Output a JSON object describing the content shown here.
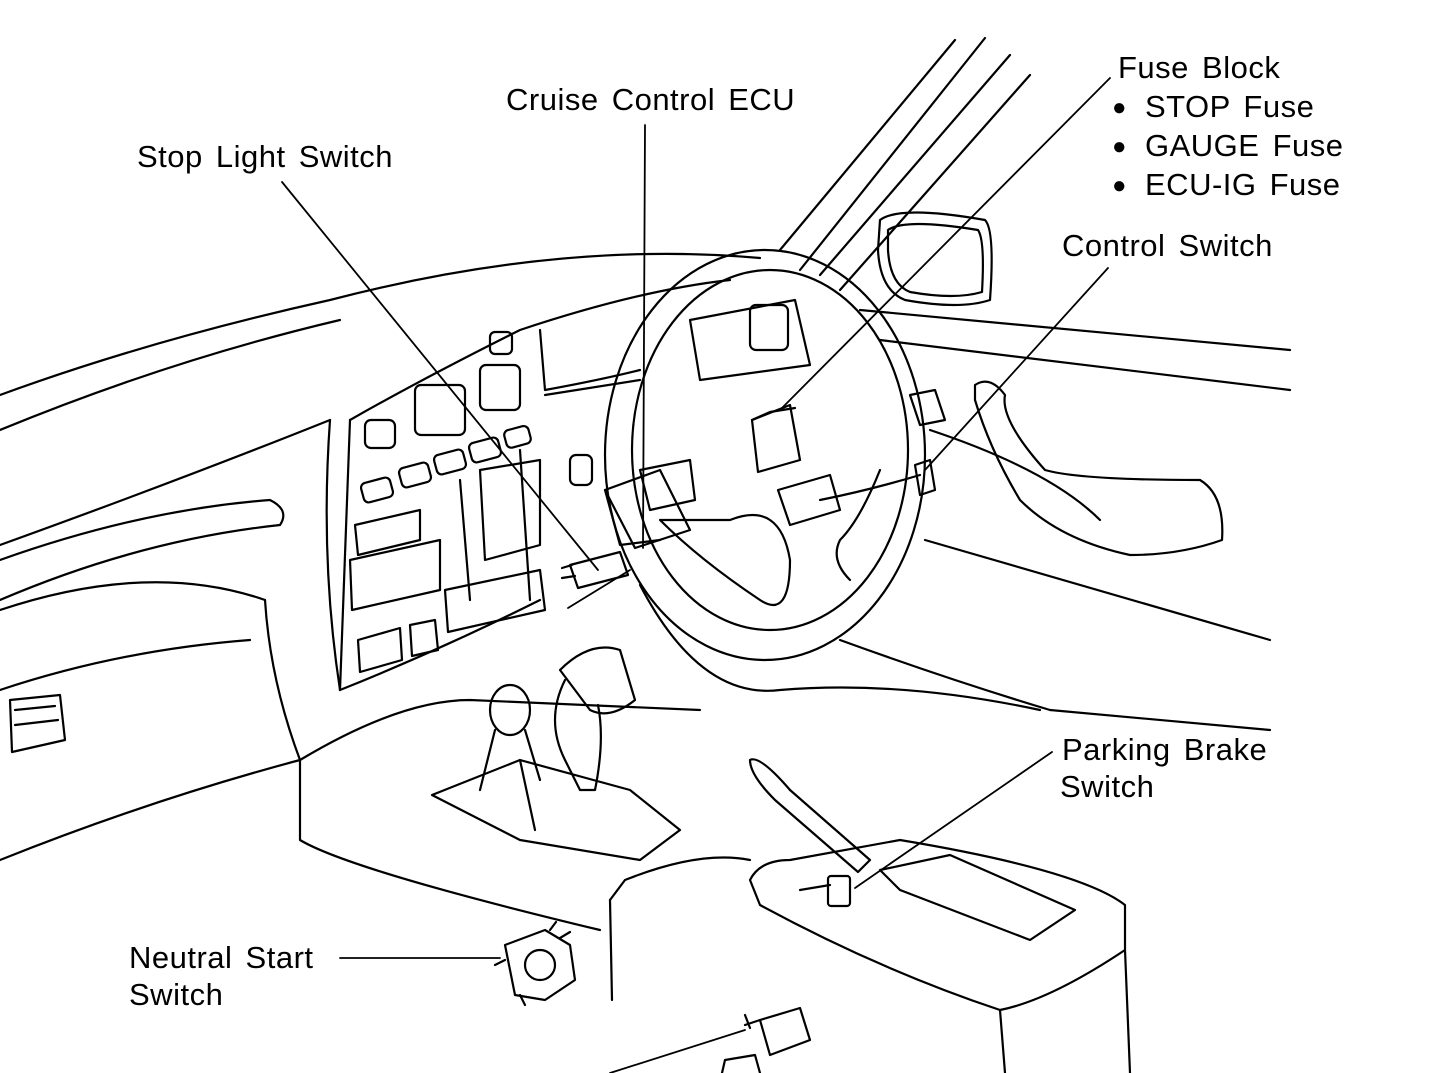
{
  "diagram": {
    "labels": {
      "cruise_control_ecu": "Cruise Control ECU",
      "stop_light_switch": "Stop  Light  Switch",
      "fuse_block": "Fuse Block",
      "control_switch": "Control  Switch",
      "parking_brake_switch_line1": "Parking Brake",
      "parking_brake_switch_line2": "Switch",
      "neutral_start_switch_line1": "Neutral  Start",
      "neutral_start_switch_line2": "Switch"
    },
    "fuses": [
      {
        "bullet": "●",
        "label": "STOP Fuse"
      },
      {
        "bullet": "●",
        "label": "GAUGE Fuse"
      },
      {
        "bullet": "●",
        "label": "ECU-IG Fuse"
      }
    ],
    "colors": {
      "ink": "#000000",
      "background": "#ffffff"
    }
  }
}
